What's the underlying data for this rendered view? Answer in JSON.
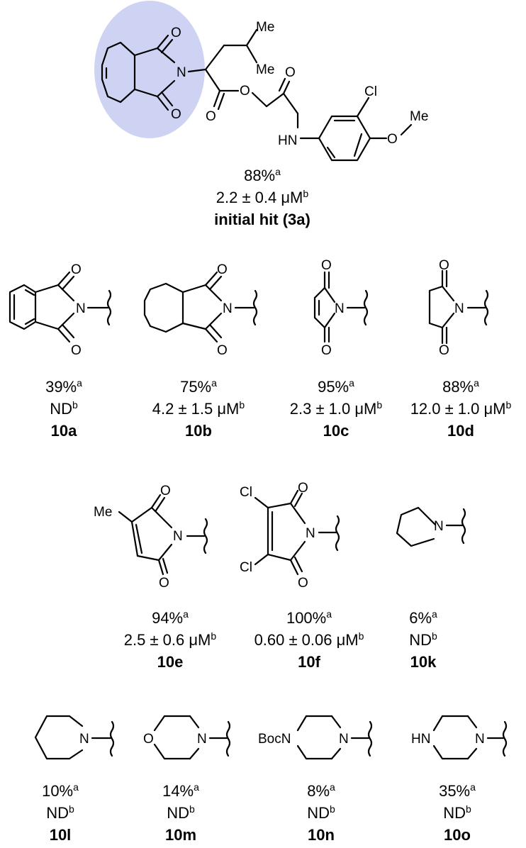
{
  "highlight_color": "#cfd3f3",
  "atom_labels": {
    "O": "O",
    "N": "N",
    "Me": "Me",
    "Cl": "Cl",
    "HN": "HN",
    "BocN": "BocN"
  },
  "compounds": {
    "hit": {
      "yield": "88%",
      "yield_note": "a",
      "ic50": "2.2 ± 0.4 μM",
      "ic50_note": "b",
      "label": "initial hit (3a)"
    },
    "c10a": {
      "yield": "39%",
      "yield_note": "a",
      "ic50": "ND",
      "ic50_note": "b",
      "label": "10a"
    },
    "c10b": {
      "yield": "75%",
      "yield_note": "a",
      "ic50": "4.2 ± 1.5 μM",
      "ic50_note": "b",
      "label": "10b"
    },
    "c10c": {
      "yield": "95%",
      "yield_note": "a",
      "ic50": "2.3 ± 1.0 μM",
      "ic50_note": "b",
      "label": "10c"
    },
    "c10d": {
      "yield": "88%",
      "yield_note": "a",
      "ic50": "12.0 ± 1.0 μM",
      "ic50_note": "b",
      "label": "10d"
    },
    "c10e": {
      "yield": "94%",
      "yield_note": "a",
      "ic50": "2.5 ± 0.6 μM",
      "ic50_note": "b",
      "label": "10e"
    },
    "c10f": {
      "yield": "100%",
      "yield_note": "a",
      "ic50": "0.60 ± 0.06 μM",
      "ic50_note": "b",
      "label": "10f"
    },
    "c10k": {
      "yield": "6%",
      "yield_note": "a",
      "ic50": "ND",
      "ic50_note": "b",
      "label": "10k"
    },
    "c10l": {
      "yield": "10%",
      "yield_note": "a",
      "ic50": "ND",
      "ic50_note": "b",
      "label": "10l"
    },
    "c10m": {
      "yield": "14%",
      "yield_note": "a",
      "ic50": "ND",
      "ic50_note": "b",
      "label": "10m"
    },
    "c10n": {
      "yield": "8%",
      "yield_note": "a",
      "ic50": "ND",
      "ic50_note": "b",
      "label": "10n"
    },
    "c10o": {
      "yield": "35%",
      "yield_note": "a",
      "ic50": "ND",
      "ic50_note": "b",
      "label": "10o"
    }
  }
}
